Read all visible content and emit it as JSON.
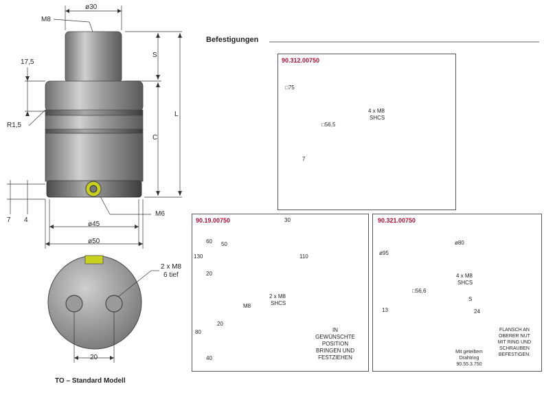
{
  "main": {
    "thread_top": "M8",
    "dia_top": "ø30",
    "s_label": "S",
    "l_label": "L",
    "c_label": "C",
    "dim_17_5": "17,5",
    "r_label": "R1,5",
    "dim_7": "7",
    "dim_4": "4",
    "m6": "M6",
    "dia45": "ø45",
    "dia50": "ø50",
    "bottom_thread": "2 x M8",
    "bottom_depth": "6 tief",
    "dim_20": "20",
    "caption": "TO – Standard Modell"
  },
  "section_title": "Befestigungen",
  "panel1": {
    "code": "90.312.00750",
    "sq75": "□75",
    "sq56": "□56,5",
    "screws": "4 x M8",
    "shcs": "SHCS",
    "dim7": "7"
  },
  "panel2": {
    "code": "90.19.00750",
    "d30": "30",
    "d60": "60",
    "d50": "50",
    "d130": "130",
    "d110": "110",
    "d20a": "20",
    "screws": "2 x M8",
    "shcs": "SHCS",
    "m8": "M8",
    "d20b": "20",
    "d80": "80",
    "d40": "40",
    "note_l1": "IN",
    "note_l2": "GEWÜNSCHTE",
    "note_l3": "POSITION",
    "note_l4": "BRINGEN UND",
    "note_l5": "FESTZIEHEN"
  },
  "panel3": {
    "code": "90.321.00750",
    "d95": "ø95",
    "d80": "ø80",
    "sq56": "□56,6",
    "screws": "4 x M8",
    "shcs": "SHCS",
    "s": "S",
    "d13": "13",
    "d24": "24",
    "ring_l1": "Mit geteiltem",
    "ring_l2": "Drahtring",
    "ring_l3": "90.55.3.750",
    "note_l1": "FLANSCH AN",
    "note_l2": "OBERER NUT",
    "note_l3": "MIT RING UND",
    "note_l4": "SCHRAUBEN",
    "note_l5": "BEFESTIGEN."
  }
}
